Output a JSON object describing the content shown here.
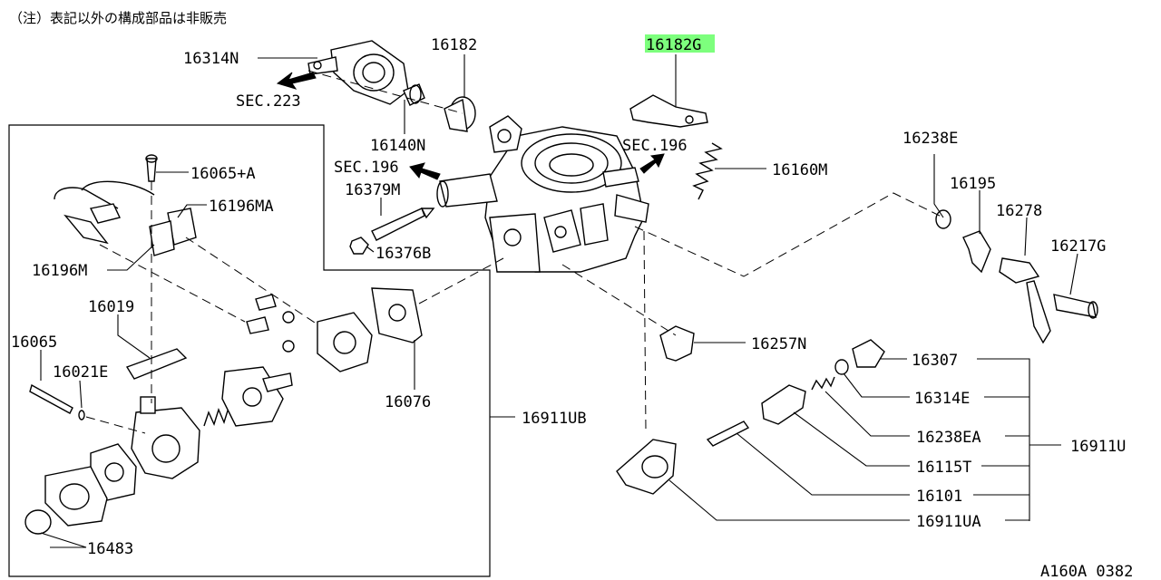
{
  "note": "（注）表記以外の構成部品は非販売",
  "diagram_id": "A160A 0382",
  "highlight_color": "#7dff7d",
  "labels": {
    "p16314N": "16314N",
    "sec223": "SEC.223",
    "p16182": "16182",
    "p16182G": "16182G",
    "p16140N": "16140N",
    "sec196a": "SEC.196",
    "sec196b": "SEC.196",
    "p16160M": "16160M",
    "p16379M": "16379M",
    "p16376B": "16376B",
    "p16065A": "16065+A",
    "p16196MA": "16196MA",
    "p16196M": "16196M",
    "p16238E": "16238E",
    "p16195": "16195",
    "p16278": "16278",
    "p16217G": "16217G",
    "p16019": "16019",
    "p16065": "16065",
    "p16021E": "16021E",
    "p16257N": "16257N",
    "p16076": "16076",
    "p16911UB": "16911UB",
    "p16307": "16307",
    "p16314E": "16314E",
    "p16238EA": "16238EA",
    "p16911U": "16911U",
    "p16115T": "16115T",
    "p16101": "16101",
    "p16911UA": "16911UA",
    "p16483": "16483"
  }
}
